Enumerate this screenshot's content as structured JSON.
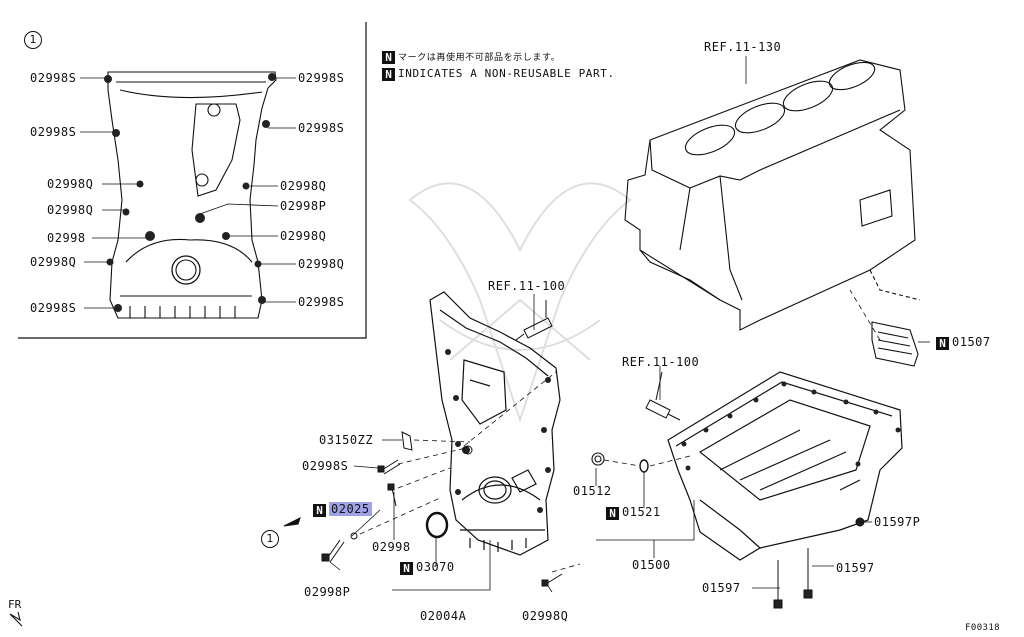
{
  "inset": {
    "ref_number": "1",
    "left_labels": [
      "02998S",
      "02998S",
      "02998Q",
      "02998Q",
      "02998",
      "02998Q",
      "02998S"
    ],
    "right_labels": [
      "02998S",
      "02998S",
      "02998Q",
      "02998P",
      "02998Q",
      "02998Q",
      "02998S"
    ]
  },
  "legend": {
    "badge": "N",
    "line_jp": "マークは再使用不可部品を示します。",
    "line_en": "INDICATES A NON-REUSABLE PART."
  },
  "refs": {
    "block": "REF.11-130",
    "cover": "REF.11-100",
    "pan": "REF.11-100"
  },
  "parts": {
    "p01507": "01507",
    "p03150zz": "03150ZZ",
    "p02998s": "02998S",
    "p02025": "02025",
    "p02998": "02998",
    "p02998p": "02998P",
    "p03070": "03070",
    "p02004a": "02004A",
    "p02998q": "02998Q",
    "p01512": "01512",
    "p01521": "01521",
    "p01500": "01500",
    "p01597p": "01597P",
    "p01597a": "01597",
    "p01597b": "01597"
  },
  "main_ref_number": "1",
  "fr_label": "FR",
  "figure_id": "F00318"
}
